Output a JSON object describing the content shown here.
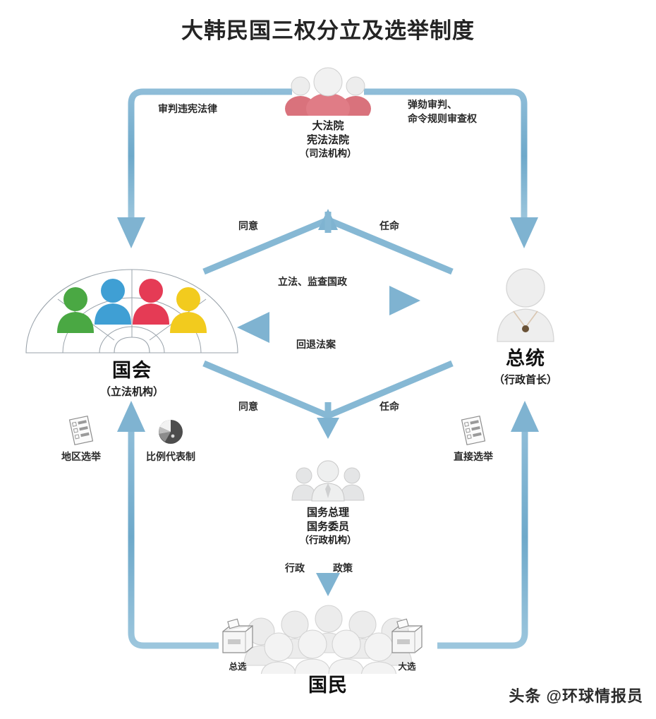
{
  "title": "大韩民国三权分立及选举制度",
  "watermark": "头条 @环球情报员",
  "colors": {
    "arrow": "#77b0cf",
    "arrow_dark": "#5c9dc0",
    "judiciary_robe": "#d9727c",
    "party_green": "#4aa843",
    "party_blue": "#3f9fd4",
    "party_red": "#e53b55",
    "party_yellow": "#f2cb1e",
    "figure_grey": "#e9eaea",
    "text": "#1e1e1e"
  },
  "nodes": {
    "judiciary": {
      "name": "judiciary",
      "lines": [
        "大法院",
        "宪法法院",
        "（司法机构）"
      ]
    },
    "assembly": {
      "name": "national-assembly",
      "lines": [
        "国会",
        "（立法机构）"
      ]
    },
    "president": {
      "name": "president",
      "lines": [
        "总统",
        "（行政首长）"
      ]
    },
    "cabinet": {
      "name": "cabinet",
      "lines": [
        "国务总理",
        "国务委员",
        "（行政机构）"
      ]
    },
    "citizens": {
      "name": "citizens",
      "lines": [
        "国民"
      ]
    }
  },
  "edges": {
    "judiciary_to_assembly": "审判违宪法律",
    "judiciary_to_president_l1": "弹劾审判、",
    "judiciary_to_president_l2": "命令规则审查权",
    "assembly_consent_judiciary": "同意",
    "president_appoint_judiciary": "任命",
    "assembly_to_president": "立法、监查国政",
    "president_to_assembly": "回退法案",
    "assembly_consent_cabinet": "同意",
    "president_appoint_cabinet": "任命",
    "cabinet_admin": "行政",
    "cabinet_policy": "政策"
  },
  "elections": {
    "district": {
      "label": "地区选举",
      "icon": "ballot-paper-icon"
    },
    "proportional": {
      "label": "比例代表制",
      "icon": "pie-chart-icon"
    },
    "direct": {
      "label": "直接选举",
      "icon": "ballot-paper-icon"
    },
    "general_box": {
      "label": "总选",
      "icon": "ballot-box-icon"
    },
    "presidential_box": {
      "label": "大选",
      "icon": "ballot-box-icon"
    }
  }
}
